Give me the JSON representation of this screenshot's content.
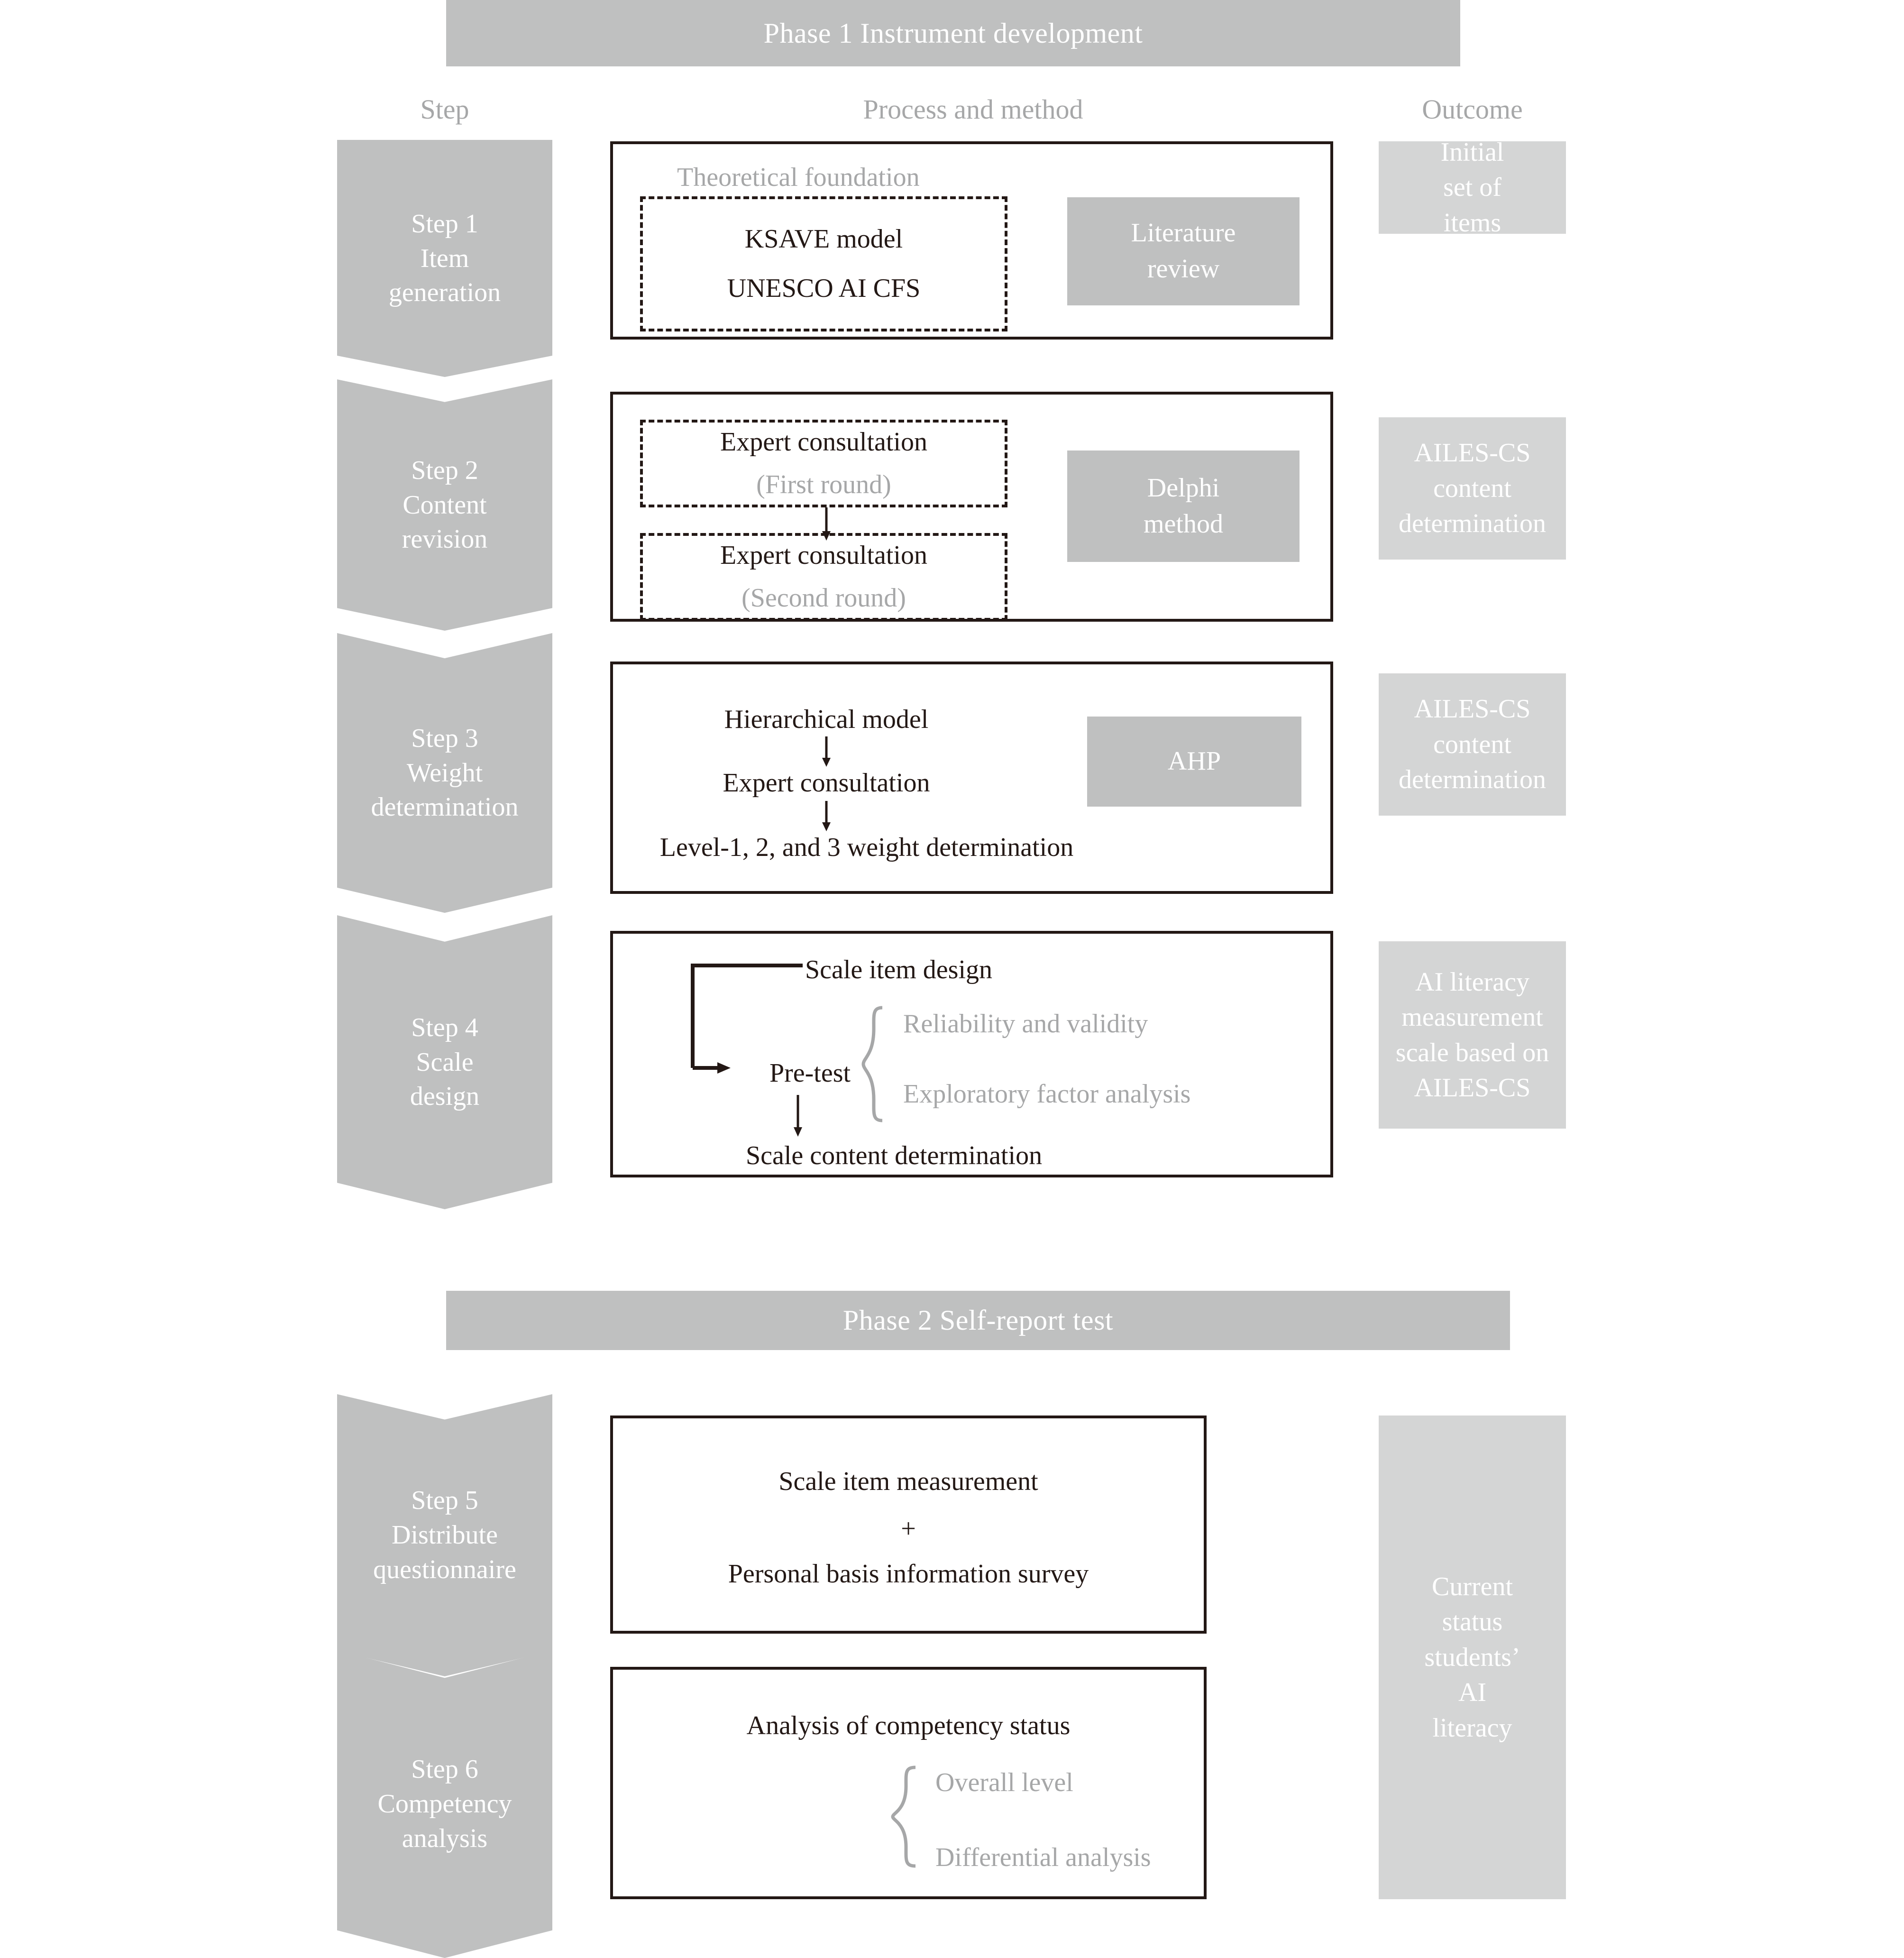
{
  "phases": [
    {
      "id": "phase-1",
      "title": "Phase 1 Instrument development"
    },
    {
      "id": "phase-2",
      "title": "Phase 2 Self-report test"
    }
  ],
  "column_headers": {
    "step": "Step",
    "process": "Process and method",
    "outcome": "Outcome"
  },
  "steps": [
    {
      "number": "Step 1",
      "line2": "Item",
      "line3": "generation"
    },
    {
      "number": "Step 2",
      "line2": "Content",
      "line3": "revision"
    },
    {
      "number": "Step 3",
      "line2": "Weight",
      "line3": "determination"
    },
    {
      "number": "Step 4",
      "line2": "Scale",
      "line3": "design"
    },
    {
      "number": "Step 5",
      "line2": "Distribute",
      "line3": "questionnaire"
    },
    {
      "number": "Step 6",
      "line2": "Competency",
      "line3": "analysis"
    }
  ],
  "process": {
    "step1": {
      "caption": "Theoretical foundation",
      "dashed_lines": [
        "KSAVE model",
        "UNESCO AI CFS"
      ],
      "method_lines": [
        "Literature",
        "review"
      ]
    },
    "step2": {
      "dashed_first": {
        "title": "Expert consultation",
        "sub": "(First round)"
      },
      "dashed_second": {
        "title": "Expert consultation",
        "sub": "(Second round)"
      },
      "method_lines": [
        "Delphi",
        "method"
      ]
    },
    "step3": {
      "flow": [
        "Hierarchical model",
        "Expert consultation",
        "Level-1, 2, and 3 weight determination"
      ],
      "method_lines": [
        "AHP"
      ]
    },
    "step4": {
      "top": "Scale item design",
      "node": "Pre-test",
      "brace_items": [
        "Reliability and validity",
        "Exploratory factor analysis"
      ],
      "bottom": "Scale content determination"
    },
    "step5": {
      "line1": "Scale item measurement",
      "plus": "+",
      "line2": "Personal basis information survey"
    },
    "step6": {
      "title": "Analysis of competency status",
      "brace_items": [
        "Overall level",
        "Differential analysis"
      ]
    }
  },
  "outcomes": [
    {
      "id": "outcome-1",
      "lines": [
        "Initial",
        "set of",
        "items"
      ]
    },
    {
      "id": "outcome-2",
      "lines": [
        "AILES-CS",
        "content",
        "determination"
      ]
    },
    {
      "id": "outcome-3",
      "lines": [
        "AILES-CS",
        "content",
        "determination"
      ]
    },
    {
      "id": "outcome-4",
      "lines": [
        "AI literacy",
        "measurement",
        "scale based on",
        "AILES-CS"
      ]
    },
    {
      "id": "outcome-5",
      "lines": [
        "Current",
        "status",
        "students’",
        "AI",
        "literacy"
      ]
    }
  ],
  "colors": {
    "banner_grey": "#bfc0c0",
    "outcome_grey": "#d4d5d5",
    "ink": "#231815",
    "muted_text": "#a6a7a8"
  }
}
